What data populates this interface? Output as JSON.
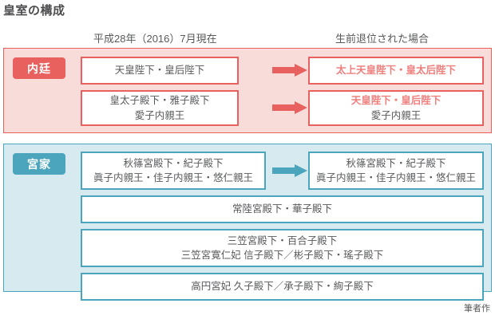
{
  "title": "皇室の構成",
  "credit": "筆者作",
  "colors": {
    "red_accent": "#e8615e",
    "red_panel_bg": "#f8dcd9",
    "red_text": "#ef7f7d",
    "blue_accent": "#4ba6bd",
    "blue_panel_bg": "#d7eaf0",
    "body_text": "#58595b"
  },
  "columns": {
    "left_header": "平成28年（2016）7月現在",
    "right_header": "生前退位された場合"
  },
  "sections": [
    {
      "badge": "内廷",
      "accent": "#e8615e",
      "rows": [
        {
          "left": {
            "lines": [
              {
                "text": "天皇陛下・皇后陛下",
                "highlight": false
              }
            ]
          },
          "arrow": "arrow-red",
          "right": {
            "lines": [
              {
                "text": "太上天皇陛下・皇太后陛下",
                "highlight": true
              }
            ]
          }
        },
        {
          "left": {
            "lines": [
              {
                "text": "皇太子殿下・雅子殿下",
                "highlight": false
              },
              {
                "text": "愛子内親王",
                "highlight": false
              }
            ]
          },
          "arrow": "arrow-red",
          "right": {
            "lines": [
              {
                "text": "天皇陛下・皇后陛下",
                "highlight": true
              },
              {
                "text": "愛子内親王",
                "highlight": false
              }
            ]
          }
        }
      ]
    },
    {
      "badge": "宮家",
      "accent": "#4ba6bd",
      "rows": [
        {
          "left": {
            "lines": [
              {
                "text": "秋篠宮殿下・紀子殿下",
                "highlight": false
              },
              {
                "text": "眞子内親王・佳子内親王・悠仁親王",
                "highlight": false
              }
            ]
          },
          "arrow": "arrow-blue",
          "right": {
            "lines": [
              {
                "text": "秋篠宮殿下・紀子殿下",
                "highlight": false
              },
              {
                "text": "眞子内親王・佳子内親王・悠仁親王",
                "highlight": false
              }
            ]
          }
        }
      ],
      "wide_rows": [
        {
          "lines": [
            {
              "text": "常陸宮殿下・華子殿下",
              "highlight": false
            }
          ]
        },
        {
          "lines": [
            {
              "text": "三笠宮殿下・百合子殿下",
              "highlight": false
            },
            {
              "text": "三笠宮寛仁妃 信子殿下／彬子殿下・瑤子殿下",
              "highlight": false
            }
          ]
        },
        {
          "lines": [
            {
              "text": "高円宮妃 久子殿下／承子殿下・絢子殿下",
              "highlight": false
            }
          ]
        }
      ]
    }
  ]
}
